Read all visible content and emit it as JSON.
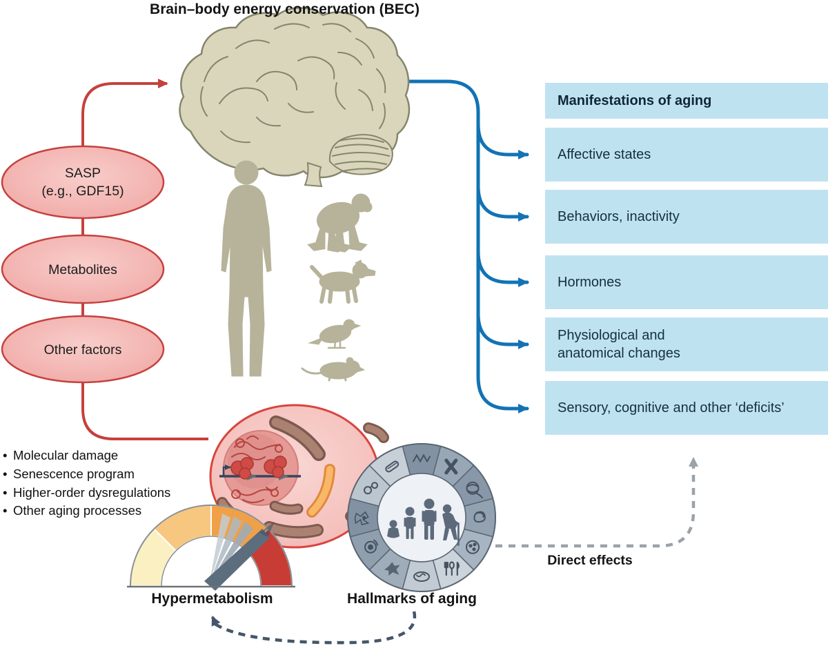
{
  "figure_title": "Brain–body energy conservation (BEC)",
  "inputs": {
    "nodes": [
      {
        "label": "SASP\n(e.g., GDF15)"
      },
      {
        "label": "Metabolites"
      },
      {
        "label": "Other factors"
      }
    ]
  },
  "aging_processes": {
    "bullets": [
      "Molecular damage",
      "Senescence program",
      "Higher-order dysregulations",
      "Other aging processes"
    ]
  },
  "manifestations": {
    "header": "Manifestations of aging",
    "items": [
      "Affective states",
      "Behaviors, inactivity",
      "Hormones",
      "Physiological and\nanatomical changes",
      "Sensory, cognitive and other ‘deficits’"
    ]
  },
  "labels": {
    "hypermetabolism": "Hypermetabolism",
    "hallmarks": "Hallmarks of aging",
    "direct_effects": "Direct effects"
  },
  "icons": {
    "species": [
      "human-silhouette",
      "chimpanzee-silhouette",
      "dog-silhouette",
      "bird-silhouette",
      "mouse-silhouette"
    ],
    "hallmark_wheel": [
      "dna-damage-icon",
      "chromosome-icon",
      "telomere-yarn-icon",
      "protein-tangle-icon",
      "senescent-cell-icon",
      "nutrient-sensing-cutlery-icon",
      "mitochondria-icon",
      "stem-cell-exhaustion-icon",
      "autophagy-icon",
      "inflammation-network-icon",
      "cell-communication-icon",
      "dna-strand-capsule-icon"
    ],
    "lifespan_figures": [
      "baby-figure",
      "child-figure",
      "adult-figure",
      "elderly-with-cane-figure"
    ]
  },
  "colors": {
    "red_flow": "#c5413e",
    "node_fill": "#f3b5b2",
    "blue_arrow": "#1273b4",
    "box_fill": "#bfe2f1",
    "box_text": "#15303d",
    "silhouette_khaki": "#b6b39a",
    "brain_fill": "#d9d6bb",
    "gauge_segments": [
      "#faf0c2",
      "#f7c67f",
      "#f0a046",
      "#c73d35"
    ],
    "needle_slate": "#5c6d7e",
    "wheel_slate_dark": "#8292a3",
    "wheel_slate_light": "#c7cfd7",
    "dashed_direct": "#9aa2aa",
    "dashed_feedback": "#44566a",
    "cell_fill": "#f6c3bf",
    "cell_stroke": "#d8453f"
  }
}
